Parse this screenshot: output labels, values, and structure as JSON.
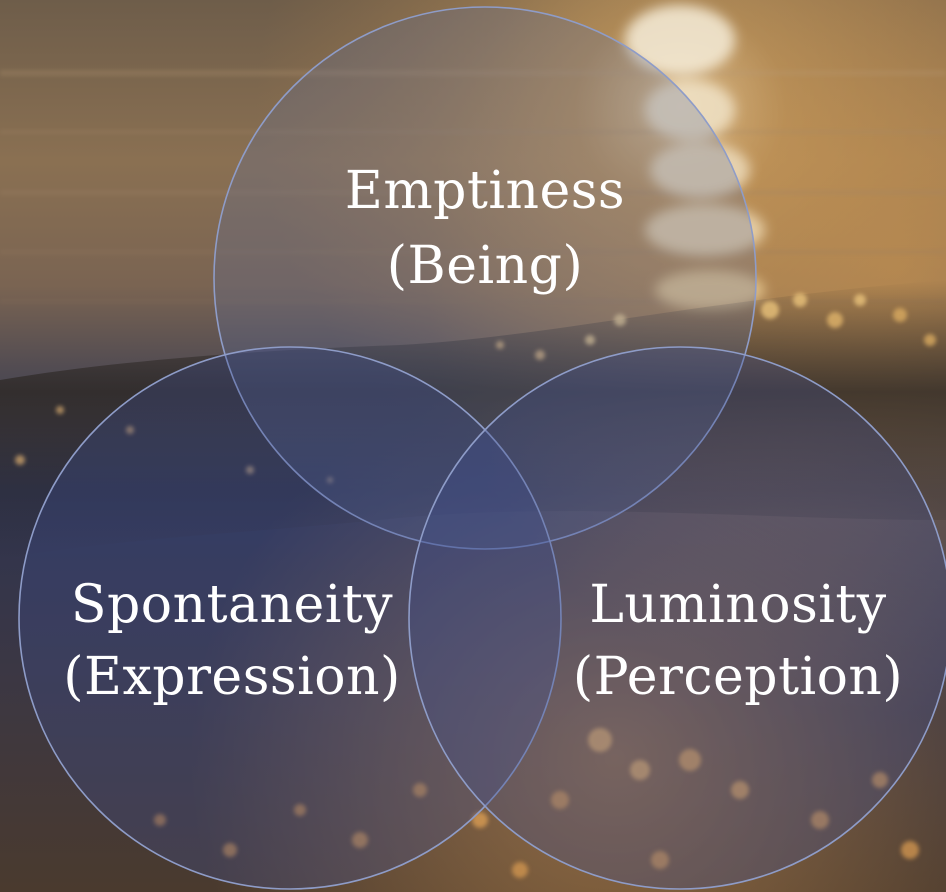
{
  "diagram": {
    "circles": [
      {
        "title": "Emptiness",
        "subtitle": "(Being)"
      },
      {
        "title": "Spontaneity",
        "subtitle": "(Expression)"
      },
      {
        "title": "Luminosity",
        "subtitle": "(Perception)"
      }
    ]
  }
}
